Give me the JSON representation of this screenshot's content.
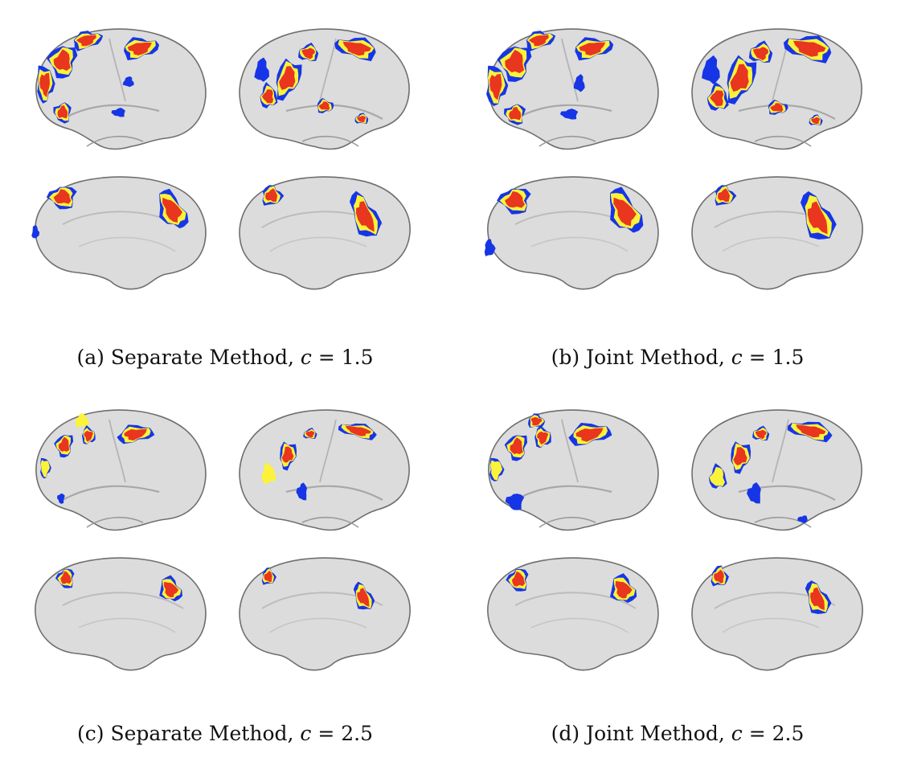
{
  "colors": {
    "cortex_fill": "#dcdcdc",
    "cortex_edge": "#6e6e6e",
    "red": "#e8361f",
    "yellow": "#fbf33a",
    "blue": "#1635e6"
  },
  "panels": [
    {
      "label": "(a)",
      "method": "Separate Method,",
      "var": "c",
      "rest": " = 1.5",
      "style": "sep15"
    },
    {
      "label": "(b)",
      "method": "Joint Method,",
      "var": "c",
      "rest": " = 1.5",
      "style": "joint15"
    },
    {
      "label": "(c)",
      "method": "Separate Method,",
      "var": "c",
      "rest": " = 2.5",
      "style": "sep25"
    },
    {
      "label": "(d)",
      "method": "Joint Method,",
      "var": "c",
      "rest": " = 2.5",
      "style": "joint25"
    }
  ]
}
